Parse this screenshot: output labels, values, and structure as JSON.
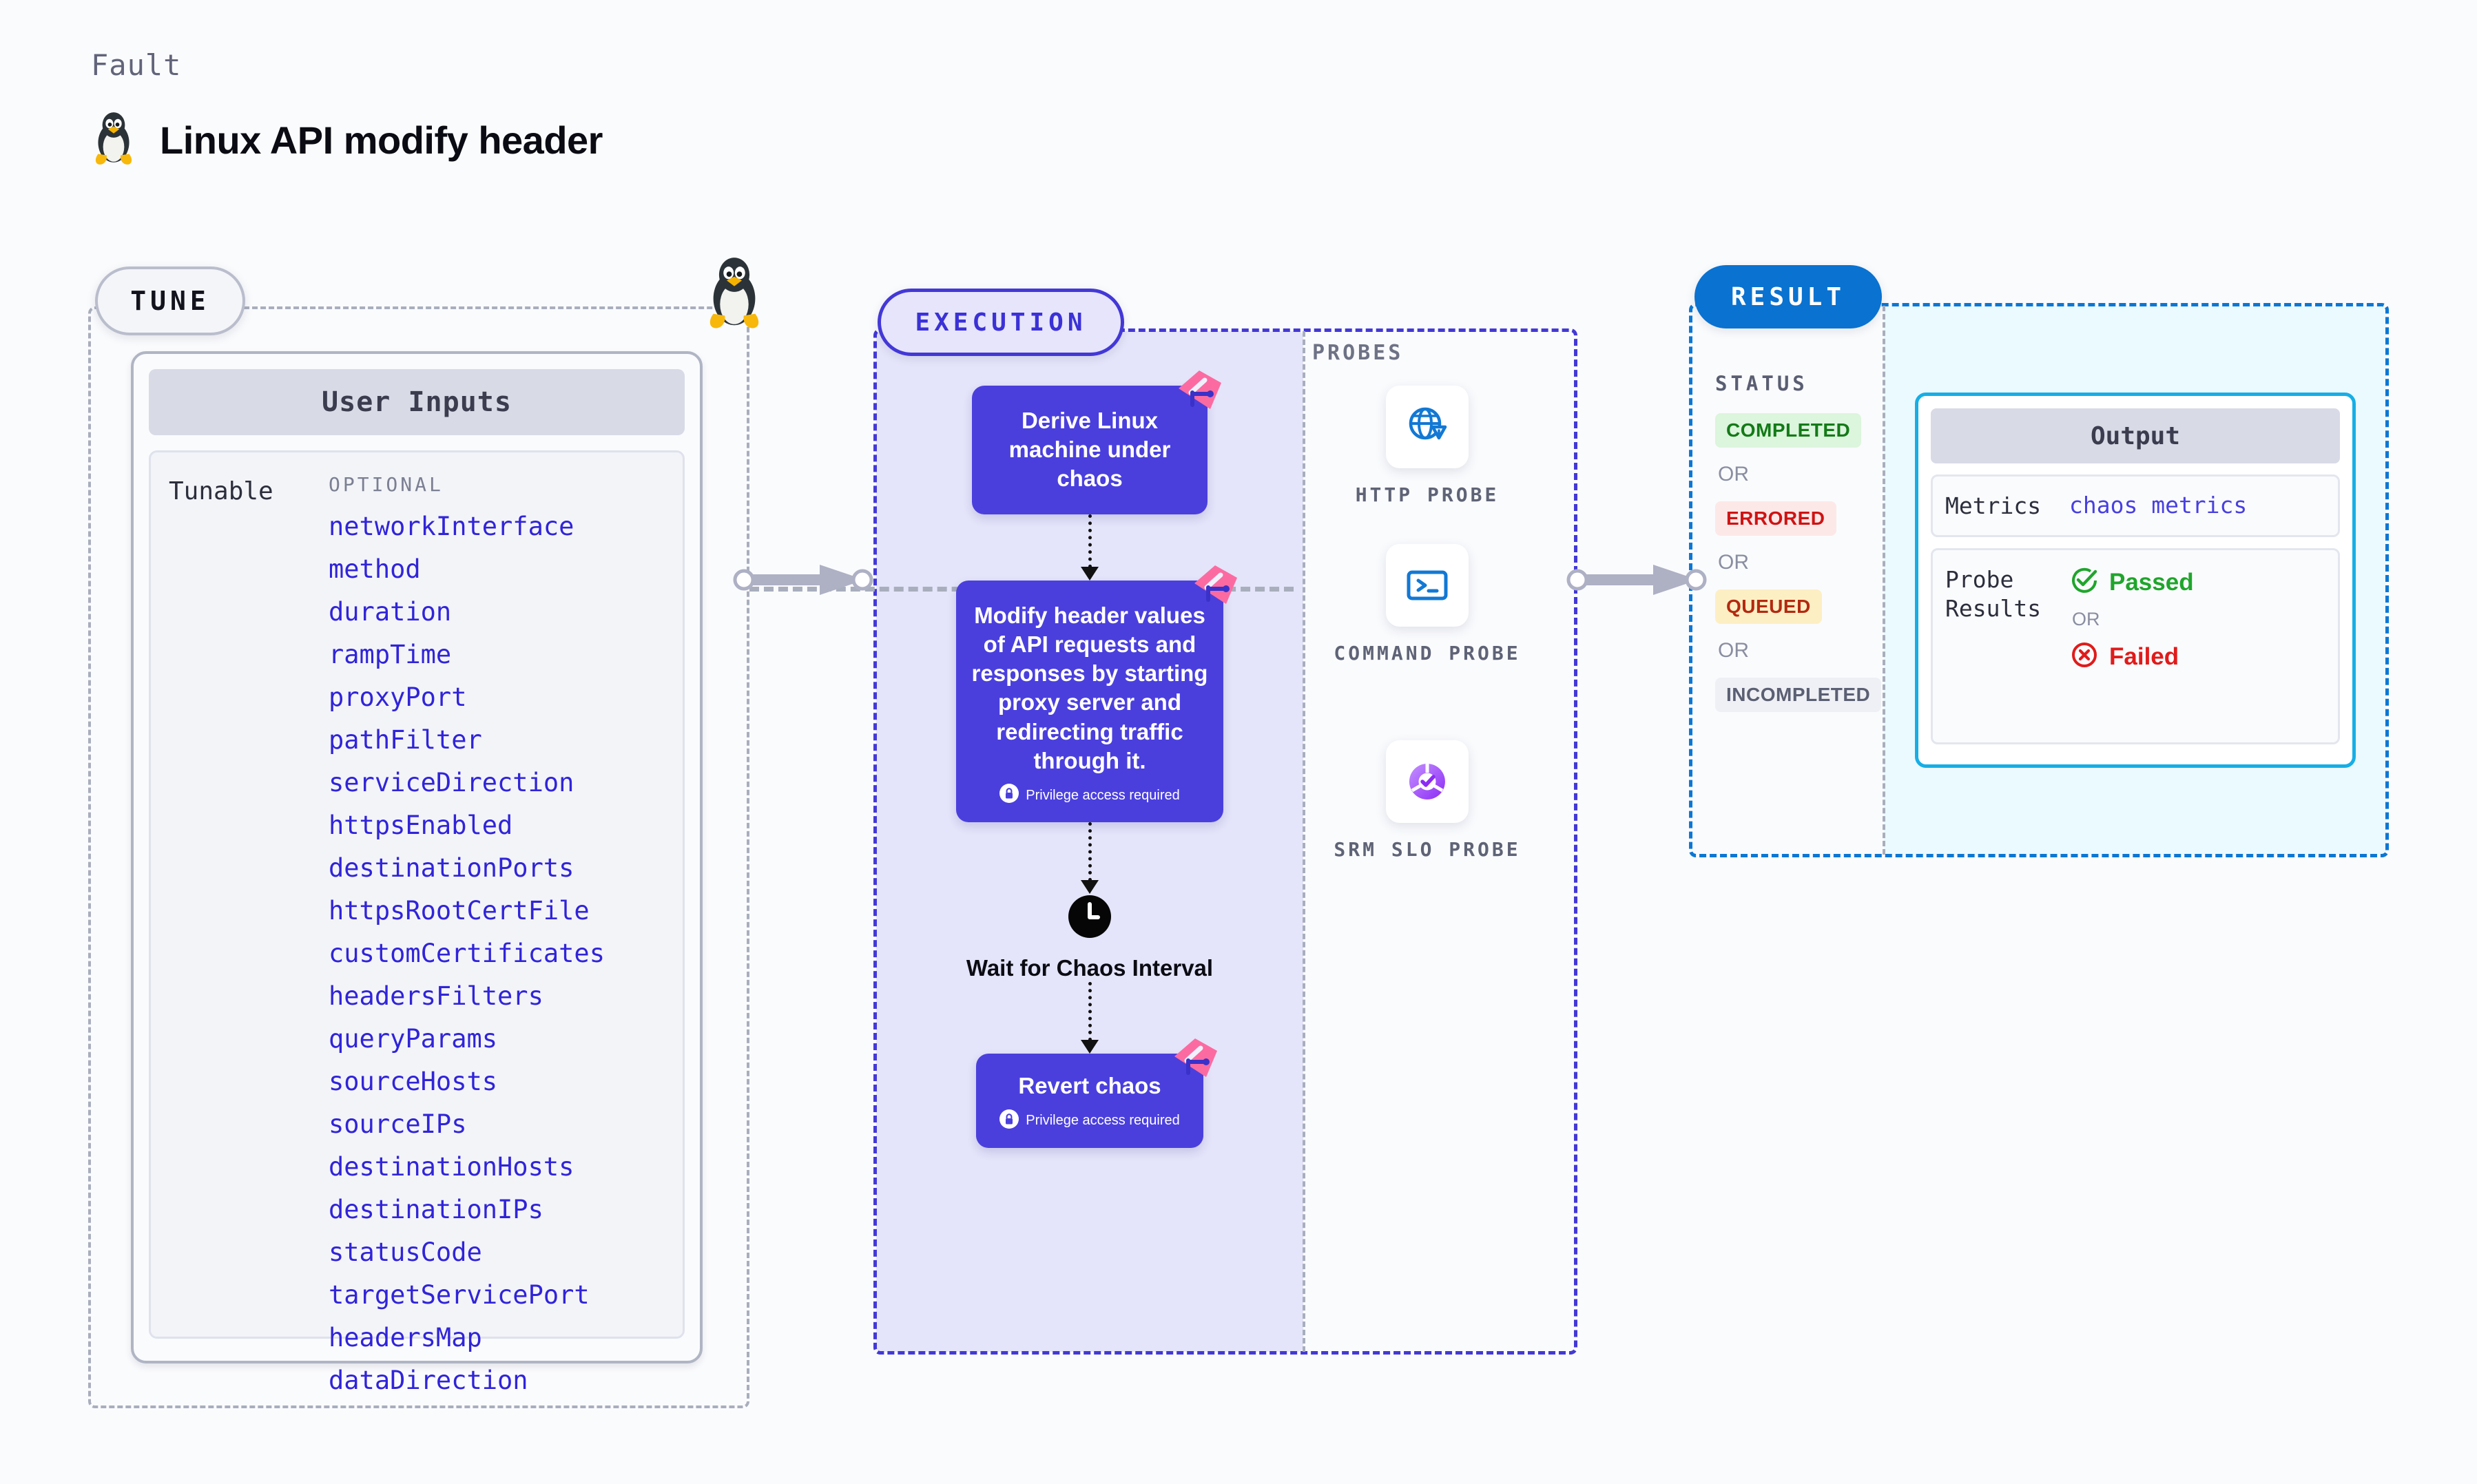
{
  "header": {
    "kicker": "Fault",
    "title": "Linux API modify header",
    "os_icon": "linux-tux-icon"
  },
  "tune": {
    "pill_label": "TUNE",
    "card_title": "User Inputs",
    "row_label": "Tunable",
    "optional_label": "OPTIONAL",
    "params": [
      "networkInterface",
      "method",
      "duration",
      "rampTime",
      "proxyPort",
      "pathFilter",
      "serviceDirection",
      "httpsEnabled",
      "destinationPorts",
      "httpsRootCertFile",
      "customCertificates",
      "headersFilters",
      "queryParams",
      "sourceHosts",
      "sourceIPs",
      "destinationHosts",
      "destinationIPs",
      "statusCode",
      "targetServicePort",
      "headersMap",
      "dataDirection"
    ]
  },
  "execution": {
    "pill_label": "EXECUTION",
    "nodes": [
      {
        "title": "Derive Linux machine under chaos",
        "privilege": null
      },
      {
        "title": "Modify header values of API requests and responses by starting proxy server and redirecting traffic through it.",
        "privilege": "Privilege access required"
      },
      {
        "title": "Wait for Chaos Interval",
        "privilege": null
      },
      {
        "title": "Revert chaos",
        "privilege": "Privilege access required"
      }
    ]
  },
  "probes": {
    "section_label": "PROBES",
    "items": [
      {
        "name": "HTTP PROBE",
        "icon": "globe-warning-icon"
      },
      {
        "name": "COMMAND PROBE",
        "icon": "terminal-icon"
      },
      {
        "name": "SRM SLO PROBE",
        "icon": "srm-slo-donut-check-icon"
      }
    ]
  },
  "result": {
    "pill_label": "RESULT",
    "status_title": "STATUS",
    "or_label": "OR",
    "statuses": [
      {
        "label": "COMPLETED",
        "bg": "#dcf5dd",
        "fg": "#137a17"
      },
      {
        "label": "ERRORED",
        "bg": "#fde8e8",
        "fg": "#cf1313"
      },
      {
        "label": "QUEUED",
        "bg": "#fdefc4",
        "fg": "#b22a10"
      },
      {
        "label": "INCOMPLETED",
        "bg": "#eff0f5",
        "fg": "#5b5f73"
      }
    ],
    "output": {
      "title": "Output",
      "metrics_key": "Metrics",
      "metrics_value": "chaos metrics",
      "probe_results_key": "Probe Results",
      "passed_label": "Passed",
      "failed_label": "Failed",
      "or_label": "OR"
    }
  },
  "colors": {
    "accent_indigo": "#4a3fdd",
    "accent_blue": "#0a72d0",
    "accent_cyan": "#17aee6",
    "param_text": "#3024d9",
    "ribbon_pink": "#fb6ba1",
    "passed_green": "#1fa52c",
    "failed_red": "#e01b1b"
  }
}
